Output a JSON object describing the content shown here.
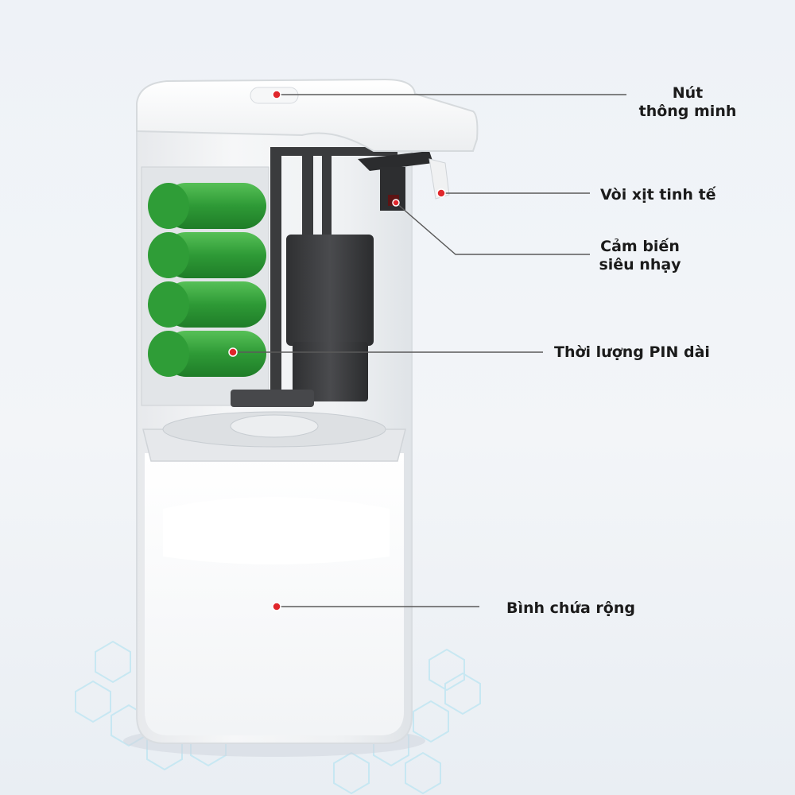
{
  "callouts": [
    {
      "id": "smart-button",
      "lines": [
        "Nút",
        "thông minh"
      ]
    },
    {
      "id": "nozzle",
      "lines": [
        "Vòi xịt tinh tế"
      ]
    },
    {
      "id": "sensor",
      "lines": [
        "Cảm biến",
        "siêu nhạy"
      ]
    },
    {
      "id": "battery",
      "lines": [
        "Thời lượng PIN dài"
      ]
    },
    {
      "id": "reservoir",
      "lines": [
        "Bình chứa rộng"
      ]
    }
  ],
  "colors": {
    "marker": "#e0262b",
    "leader_line": "#5a5a5a",
    "battery_green": "#3aa63a",
    "body_white": "#f7f8f9",
    "pump_dark": "#3c3d3f",
    "hexagon": "#bfe6f2"
  }
}
